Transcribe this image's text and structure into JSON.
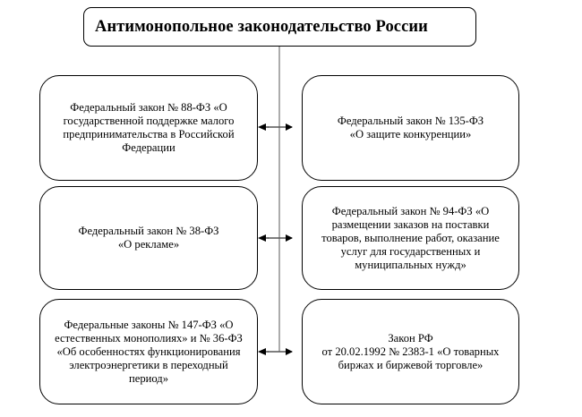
{
  "diagram": {
    "title": "Антимонопольное законодательство России",
    "laws_left": [
      {
        "text": "Федеральный закон № 88-ФЗ «О государственной поддержке малого предпринимательства в Российской Федерации"
      },
      {
        "text": "Федеральный закон № 38-ФЗ\n«О рекламе»"
      },
      {
        "text": "Федеральные законы № 147-ФЗ «О естественных монополиях» и № 36-ФЗ «Об особенностях функционирования электроэнергетики в переходный период»"
      }
    ],
    "laws_right": [
      {
        "text": "Федеральный закон № 135-ФЗ\n«О защите конкуренции»"
      },
      {
        "text": "Федеральный закон № 94-ФЗ «О размещении заказов на поставки товаров, выполнение работ, оказание услуг для государственных и муниципальных нужд»"
      },
      {
        "text": "Закон РФ\nот 20.02.1992 № 2383-1 «О товарных биржах и биржевой торговле»"
      }
    ],
    "colors": {
      "border": "#000000",
      "trunk": "#808080",
      "arrow": "#000000"
    }
  }
}
